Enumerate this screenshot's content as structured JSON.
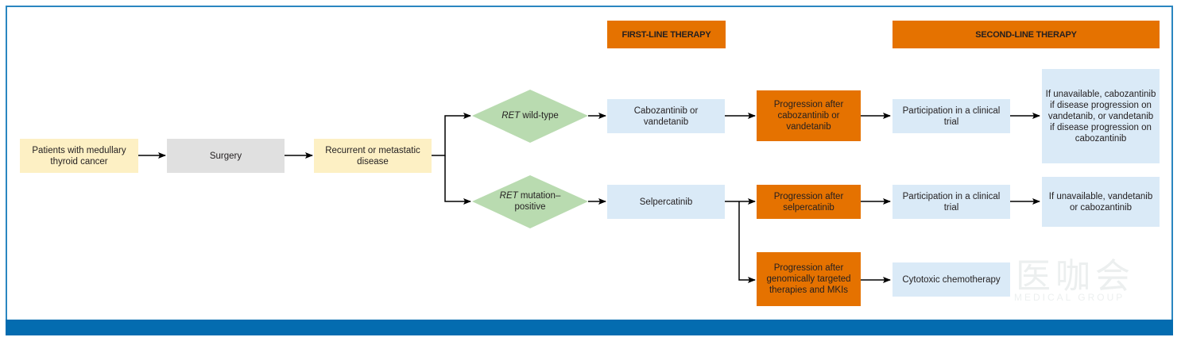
{
  "headers": {
    "first_line": "FIRST-LINE THERAPY",
    "second_line": "SECOND-LINE THERAPY"
  },
  "nodes": {
    "patients": "Patients with medullary thyroid cancer",
    "surgery": "Surgery",
    "recurrent": "Recurrent or metastatic disease",
    "ret_wild_italic": "RET",
    "ret_wild_rest": " wild-type",
    "ret_mut_italic": "RET",
    "ret_mut_rest": " mutation–positive",
    "cabo_vande": "Cabozantinib or vandetanib",
    "selpercatinib": "Selpercatinib",
    "prog_cabo_vande": "Progression after cabozantinib or vandetanib",
    "prog_selper": "Progression after selpercatinib",
    "prog_genomic": "Progression after genomically targeted therapies and MKIs",
    "trial_1": "Participation in a clinical trial",
    "trial_2": "Participation in a clinical trial",
    "cytotoxic": "Cytotoxic chemotherapy",
    "unavail_1": "If unavailable, cabozantinib if disease progression on vandetanib, or vandetanib if disease progression on cabozantinib",
    "unavail_2": "If unavailable, vandetanib or cabozantinib"
  },
  "watermark": {
    "text": "医咖会",
    "subtext": "MEDICAL GROUP"
  },
  "colors": {
    "yellow": "#fdf0c4",
    "gray": "#e0e0e0",
    "green": "#b9dbb0",
    "blue": "#daeaf7",
    "orange": "#e57200",
    "frame": "#2a86c0",
    "band": "#046cb0"
  }
}
